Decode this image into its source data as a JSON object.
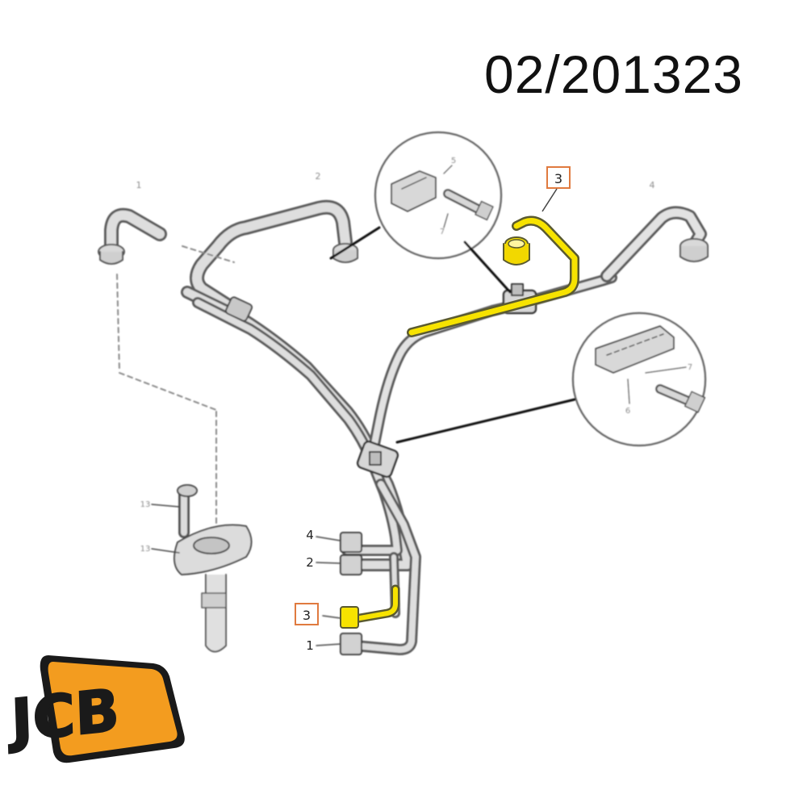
{
  "header": {
    "part_number": "02/201323"
  },
  "callouts": {
    "highlight_top": "3",
    "highlight_bottom": "3",
    "pipe_4_label": "4",
    "pipe_2_label": "2",
    "pipe_1_label": "1",
    "faint_top_left": "1",
    "faint_top_mid": "2",
    "faint_top_right": "4",
    "faint_detail_a": "5",
    "faint_detail_b": "7",
    "faint_detail_c": "6",
    "faint_detail_d": "7",
    "faint_bolt_upper": "13",
    "faint_bolt_lower": "13"
  },
  "logo": {
    "text": "JCB"
  },
  "colors": {
    "highlight": "#f7e300",
    "callout_box": "#e07a3f",
    "logo_orange": "#f39c1f",
    "logo_dark": "#1a1a1a",
    "pipe": "#c9c9c9",
    "line": "#333333"
  }
}
